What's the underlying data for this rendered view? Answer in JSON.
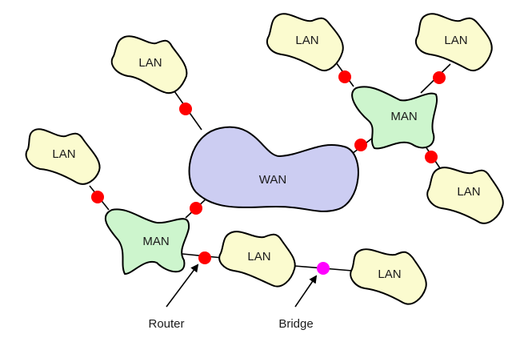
{
  "diagram": {
    "title": "",
    "colors": {
      "lan_fill": "#fbfbcf",
      "man_fill": "#cdf5cd",
      "wan_fill": "#cccdf2",
      "router_color": "#ff0000",
      "bridge_color": "#ff00ff"
    },
    "nodes": [
      {
        "id": "lan1",
        "type": "LAN",
        "label": "LAN"
      },
      {
        "id": "lan2",
        "type": "LAN",
        "label": "LAN"
      },
      {
        "id": "lan3",
        "type": "LAN",
        "label": "LAN"
      },
      {
        "id": "lan4",
        "type": "LAN",
        "label": "LAN"
      },
      {
        "id": "lan5",
        "type": "LAN",
        "label": "LAN"
      },
      {
        "id": "lan6",
        "type": "LAN",
        "label": "LAN"
      },
      {
        "id": "lan7",
        "type": "LAN",
        "label": "LAN"
      },
      {
        "id": "man_left",
        "type": "MAN",
        "label": "MAN"
      },
      {
        "id": "man_right",
        "type": "MAN",
        "label": "MAN"
      },
      {
        "id": "wan",
        "type": "WAN",
        "label": "WAN"
      }
    ],
    "connections": [
      {
        "from": "lan1",
        "to": "wan",
        "device": "router"
      },
      {
        "from": "lan2",
        "to": "man_left",
        "device": "router"
      },
      {
        "from": "man_left",
        "to": "wan",
        "device": "router"
      },
      {
        "from": "man_left",
        "to": "lan6",
        "device": "router"
      },
      {
        "from": "lan6",
        "to": "lan7",
        "device": "bridge"
      },
      {
        "from": "wan",
        "to": "man_right",
        "device": "router"
      },
      {
        "from": "lan3",
        "to": "man_right",
        "device": "router"
      },
      {
        "from": "lan4",
        "to": "man_right",
        "device": "router"
      },
      {
        "from": "man_right",
        "to": "lan5",
        "device": "router"
      }
    ],
    "annotations": [
      {
        "id": "router",
        "label": "Router",
        "points_to": "router between MAN and LAN"
      },
      {
        "id": "bridge",
        "label": "Bridge",
        "points_to": "bridge between LAN and LAN"
      }
    ]
  }
}
